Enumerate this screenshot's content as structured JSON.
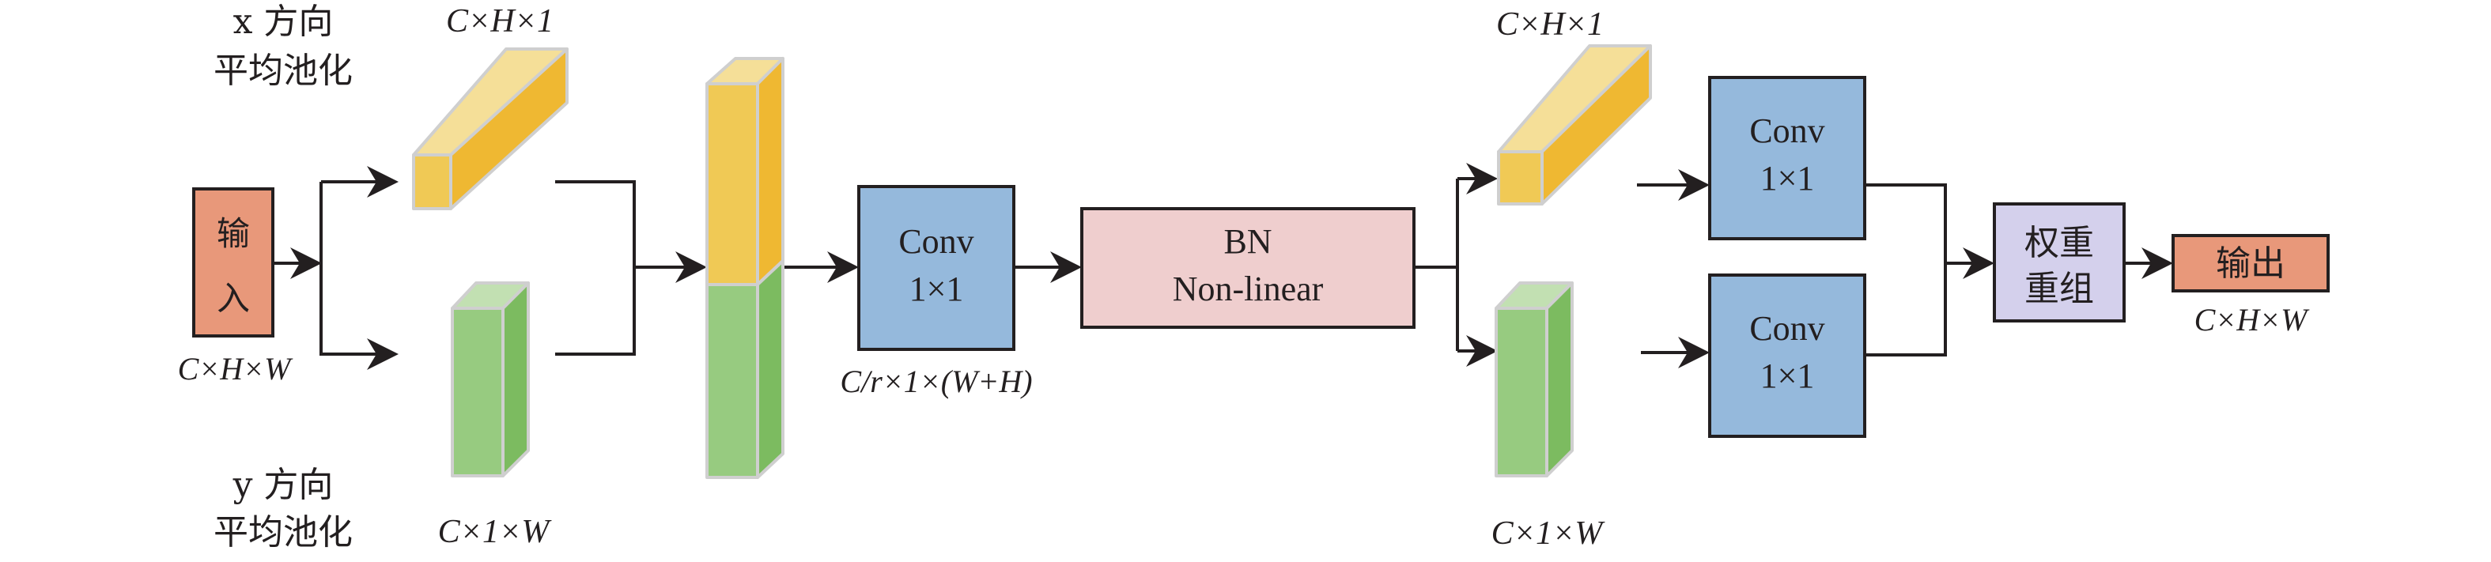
{
  "title": "Coordinate attention module",
  "colors": {
    "io_box": "#e8987a",
    "conv_box": "#95b9dc",
    "bn_box": "#efcece",
    "reweight_box": "#d4d0ec",
    "yellow_front": "#f0c955",
    "yellow_top": "#f5df98",
    "yellow_side": "#efb832",
    "green_front": "#97cb80",
    "green_top": "#c2e0b2",
    "green_side": "#7cbb60",
    "line": "#231f20"
  },
  "input": {
    "label_line1": "输",
    "label_line2": "入",
    "shape": "C×H×W"
  },
  "x_pool": {
    "label_line1": "x 方向",
    "label_line2": "平均池化",
    "shape": "C×H×1"
  },
  "y_pool": {
    "label_line1": "y 方向",
    "label_line2": "平均池化",
    "shape": "C×1×W"
  },
  "concat_conv": {
    "label_line1": "Conv",
    "label_line2": "1×1",
    "shape": "C/r×1×(W+H)"
  },
  "bn": {
    "label_line1": "BN",
    "label_line2": "Non-linear"
  },
  "split": {
    "top_shape": "C×H×1",
    "bottom_shape": "C×1×W"
  },
  "conv_top": {
    "label_line1": "Conv",
    "label_line2": "1×1"
  },
  "conv_bottom": {
    "label_line1": "Conv",
    "label_line2": "1×1"
  },
  "reweight": {
    "label_line1": "权重",
    "label_line2": "重组"
  },
  "output": {
    "label": "输出",
    "shape": "C×H×W"
  }
}
